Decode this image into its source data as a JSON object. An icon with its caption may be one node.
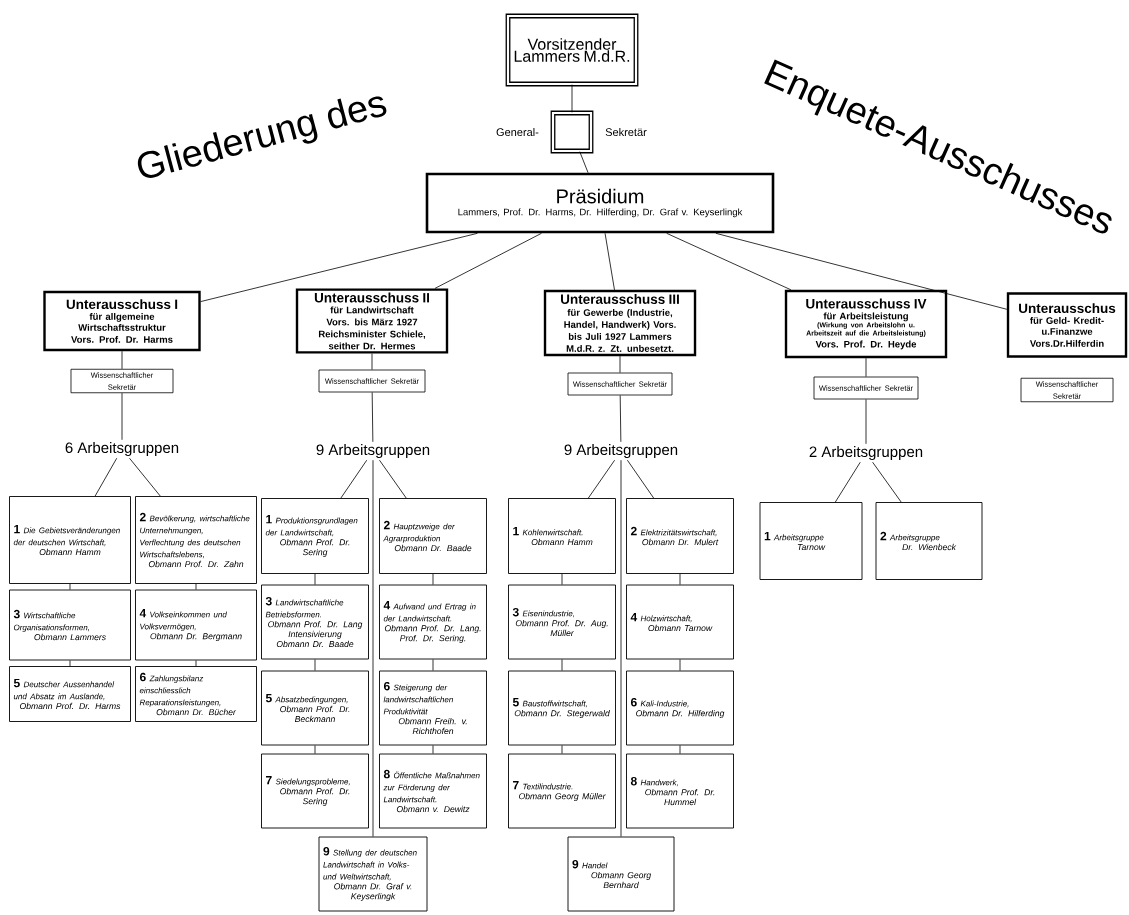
{
  "diagram": {
    "nodes": [
      {
        "text": [
          "Vorsitzender Lammers M.d.R."
        ]
      },
      {
        "text": [],
        "shape": "box",
        "beside": [
          "General-",
          "Sekretär"
        ]
      },
      {
        "text": [
          "Präsidium",
          "Lammers, Prof. Dr. Harms, Dr. Hilferding, Dr. Graf v. Keyserlingk"
        ]
      },
      {
        "text": [
          "Unterausschuss I",
          "für allgemeine Wirtschaftsstruktur",
          "Vors. Prof. Dr. Harms"
        ]
      },
      {
        "text": [
          "Wissenschaftlicher Sekretär"
        ]
      },
      {
        "text": [
          "6 Arbeitsgruppen"
        ]
      },
      {
        "text": [
          "1",
          "Die Gebietsveränderungen der deutschen Wirtschaft,",
          "Obmann Hamm"
        ]
      },
      {
        "text": [
          "2",
          "Bevölkerung, wirtschaftliche Unternehmungen, Verflechtung des deutschen Wirtschaftslebens,",
          "Obmann Prof. Dr. Zahn"
        ]
      },
      {
        "text": [
          "3",
          "Wirtschaftliche Organisationsformen,",
          "Obmann Lammers"
        ]
      },
      {
        "text": [
          "4",
          "Volkseinkommen und Volksvermögen,",
          "Obmann Dr. Bergmann"
        ]
      },
      {
        "text": [
          "5",
          "Deutscher Aussenhandel und Absatz im Auslande,",
          "Obmann Prof. Dr. Harms"
        ]
      },
      {
        "text": [
          "6",
          "Zahlungsbilanz einschliesslich Reparationsleistungen,",
          "Obmann Dr. Bücher"
        ]
      },
      {
        "text": [
          "Unterausschuss II",
          "für Landwirtschaft",
          "Vors. bis März 1927 Reichsminister Schiele, seither Dr. Hermes"
        ]
      },
      {
        "text": [
          "Wissenschaftlicher Sekretär"
        ]
      },
      {
        "text": [
          "9 Arbeitsgruppen"
        ]
      },
      {
        "text": [
          "1",
          "Produktionsgrundlagen der Landwirtschaft,",
          "Obmann Prof. Dr. Sering"
        ]
      },
      {
        "text": [
          "2",
          "Hauptzweige der Agrarproduktion",
          "Obmann Dr. Baade"
        ]
      },
      {
        "text": [
          "3",
          "Landwirtschaftliche Betriebsformen.",
          "Obmann Prof. Dr. Lang",
          "Intensivierung",
          "Obmann Dr. Baade"
        ]
      },
      {
        "text": [
          "4",
          "Aufwand und Ertrag in der Landwirtschaft.",
          "Obmann Prof. Dr. Lang. Prof. Dr. Sering."
        ]
      },
      {
        "text": [
          "5",
          "Absatzbedingungen,",
          "Obmann Prof. Dr. Beckmann"
        ]
      },
      {
        "text": [
          "6",
          "Steigerung der landwirtschaftlichen Produktivität",
          "Obmann Freih. v. Richthofen"
        ]
      },
      {
        "text": [
          "7",
          "Siedelungsprobleme,",
          "Obmann Prof. Dr. Sering"
        ]
      },
      {
        "text": [
          "8",
          "Öffentliche Maßnahmen zur Förderung der Landwirtschaft.",
          "Obmann v. Dewitz"
        ]
      },
      {
        "text": [
          "9",
          "Stellung der deutschen Landwirtschaft in Volks- und Weltwirtschaft,",
          "Obmann Dr. Graf v. Keyserlingk"
        ]
      },
      {
        "text": [
          "Unterausschuss III",
          "für Gewerbe (Industrie, Handel, Handwerk) Vors. bis Juli 1927 Lammers M.d.R. z. Zt. unbesetzt."
        ]
      },
      {
        "text": [
          "Wissenschaftlicher Sekretär"
        ]
      },
      {
        "text": [
          "9 Arbeitsgruppen"
        ]
      },
      {
        "text": [
          "1",
          "Kohlenwirtschaft.",
          "Obmann Hamm"
        ]
      },
      {
        "text": [
          "2",
          "Elektrizitätswirtschaft,",
          "Obmann Dr. Mulert"
        ]
      },
      {
        "text": [
          "3",
          "Eisenindustrie,",
          "Obmann Prof. Dr. Aug. Müller"
        ]
      },
      {
        "text": [
          "4",
          "Holzwirtschaft,",
          "Obmann Tarnow"
        ]
      },
      {
        "text": [
          "5",
          "Baustoffwirtschaft,",
          "Obmann Dr. Stegerwald"
        ]
      },
      {
        "text": [
          "6",
          "Kali-Industrie,",
          "Obmann Dr. Hilferding"
        ]
      },
      {
        "text": [
          "7",
          "Textilindustrie.",
          "Obmann Georg Müller"
        ]
      },
      {
        "text": [
          "8",
          "Handwerk,",
          "Obmann Prof. Dr. Hummel"
        ]
      },
      {
        "text": [
          "9",
          "Handel",
          "Obmann Georg Bernhard"
        ]
      },
      {
        "text": [
          "Unterausschuss IV",
          "für Arbeitsleistung",
          "(Wirkung von Arbeitslohn u. Arbeitszeit auf die Arbeitsleistung)",
          "Vors. Prof. Dr. Heyde"
        ]
      },
      {
        "text": [
          "Wissenschaftlicher Sekretär"
        ]
      },
      {
        "text": [
          "2 Arbeitsgruppen"
        ]
      },
      {
        "text": [
          "1",
          "Arbeitsgruppe",
          "Tarnow"
        ]
      },
      {
        "text": [
          "2",
          "Arbeitsgruppe",
          "Dr. Wienbeck"
        ]
      },
      {
        "text": [
          "Unterausschus",
          "für Geld- Kredit-u.Finanzwe",
          "Vors.Dr.Hilferdin"
        ]
      },
      {
        "text": [
          "Wissenschaftlicher Sekretär"
        ]
      }
    ],
    "edges": [
      {
        "from": 0,
        "to": 1,
        "arrow": "none"
      },
      {
        "from": 1,
        "to": 2,
        "arrow": "none"
      },
      {
        "from": 2,
        "to": 3,
        "arrow": "none"
      },
      {
        "from": 2,
        "to": 12,
        "arrow": "none"
      },
      {
        "from": 2,
        "to": 24,
        "arrow": "none"
      },
      {
        "from": 2,
        "to": 36,
        "arrow": "none"
      },
      {
        "from": 2,
        "to": 41,
        "arrow": "none"
      },
      {
        "from": 3,
        "to": 4,
        "arrow": "none"
      },
      {
        "from": 4,
        "to": 5,
        "arrow": "none"
      },
      {
        "from": 5,
        "to": 6,
        "arrow": "none"
      },
      {
        "from": 5,
        "to": 7,
        "arrow": "none"
      },
      {
        "from": 6,
        "to": 8,
        "arrow": "none"
      },
      {
        "from": 7,
        "to": 9,
        "arrow": "none"
      },
      {
        "from": 8,
        "to": 10,
        "arrow": "none"
      },
      {
        "from": 9,
        "to": 11,
        "arrow": "none"
      },
      {
        "from": 12,
        "to": 13,
        "arrow": "none"
      },
      {
        "from": 13,
        "to": 14,
        "arrow": "none"
      },
      {
        "from": 14,
        "to": 15,
        "arrow": "none"
      },
      {
        "from": 14,
        "to": 16,
        "arrow": "none"
      },
      {
        "from": 15,
        "to": 17,
        "arrow": "none"
      },
      {
        "from": 16,
        "to": 18,
        "arrow": "none"
      },
      {
        "from": 17,
        "to": 19,
        "arrow": "none"
      },
      {
        "from": 18,
        "to": 20,
        "arrow": "none"
      },
      {
        "from": 19,
        "to": 21,
        "arrow": "none"
      },
      {
        "from": 20,
        "to": 22,
        "arrow": "none"
      },
      {
        "from": 14,
        "to": 23,
        "arrow": "none"
      },
      {
        "from": 24,
        "to": 25,
        "arrow": "none"
      },
      {
        "from": 25,
        "to": 26,
        "arrow": "none"
      },
      {
        "from": 26,
        "to": 27,
        "arrow": "none"
      },
      {
        "from": 26,
        "to": 28,
        "arrow": "none"
      },
      {
        "from": 27,
        "to": 29,
        "arrow": "none"
      },
      {
        "from": 28,
        "to": 30,
        "arrow": "none"
      },
      {
        "from": 29,
        "to": 31,
        "arrow": "none"
      },
      {
        "from": 30,
        "to": 32,
        "arrow": "none"
      },
      {
        "from": 31,
        "to": 33,
        "arrow": "none"
      },
      {
        "from": 32,
        "to": 34,
        "arrow": "none"
      },
      {
        "from": 26,
        "to": 35,
        "arrow": "none"
      },
      {
        "from": 36,
        "to": 37,
        "arrow": "none"
      },
      {
        "from": 37,
        "to": 38,
        "arrow": "none"
      },
      {
        "from": 38,
        "to": 39,
        "arrow": "none"
      },
      {
        "from": 38,
        "to": 40,
        "arrow": "none"
      }
    ],
    "labels": [
      "Gliederung des",
      "Enquete-Ausschusses"
    ]
  }
}
